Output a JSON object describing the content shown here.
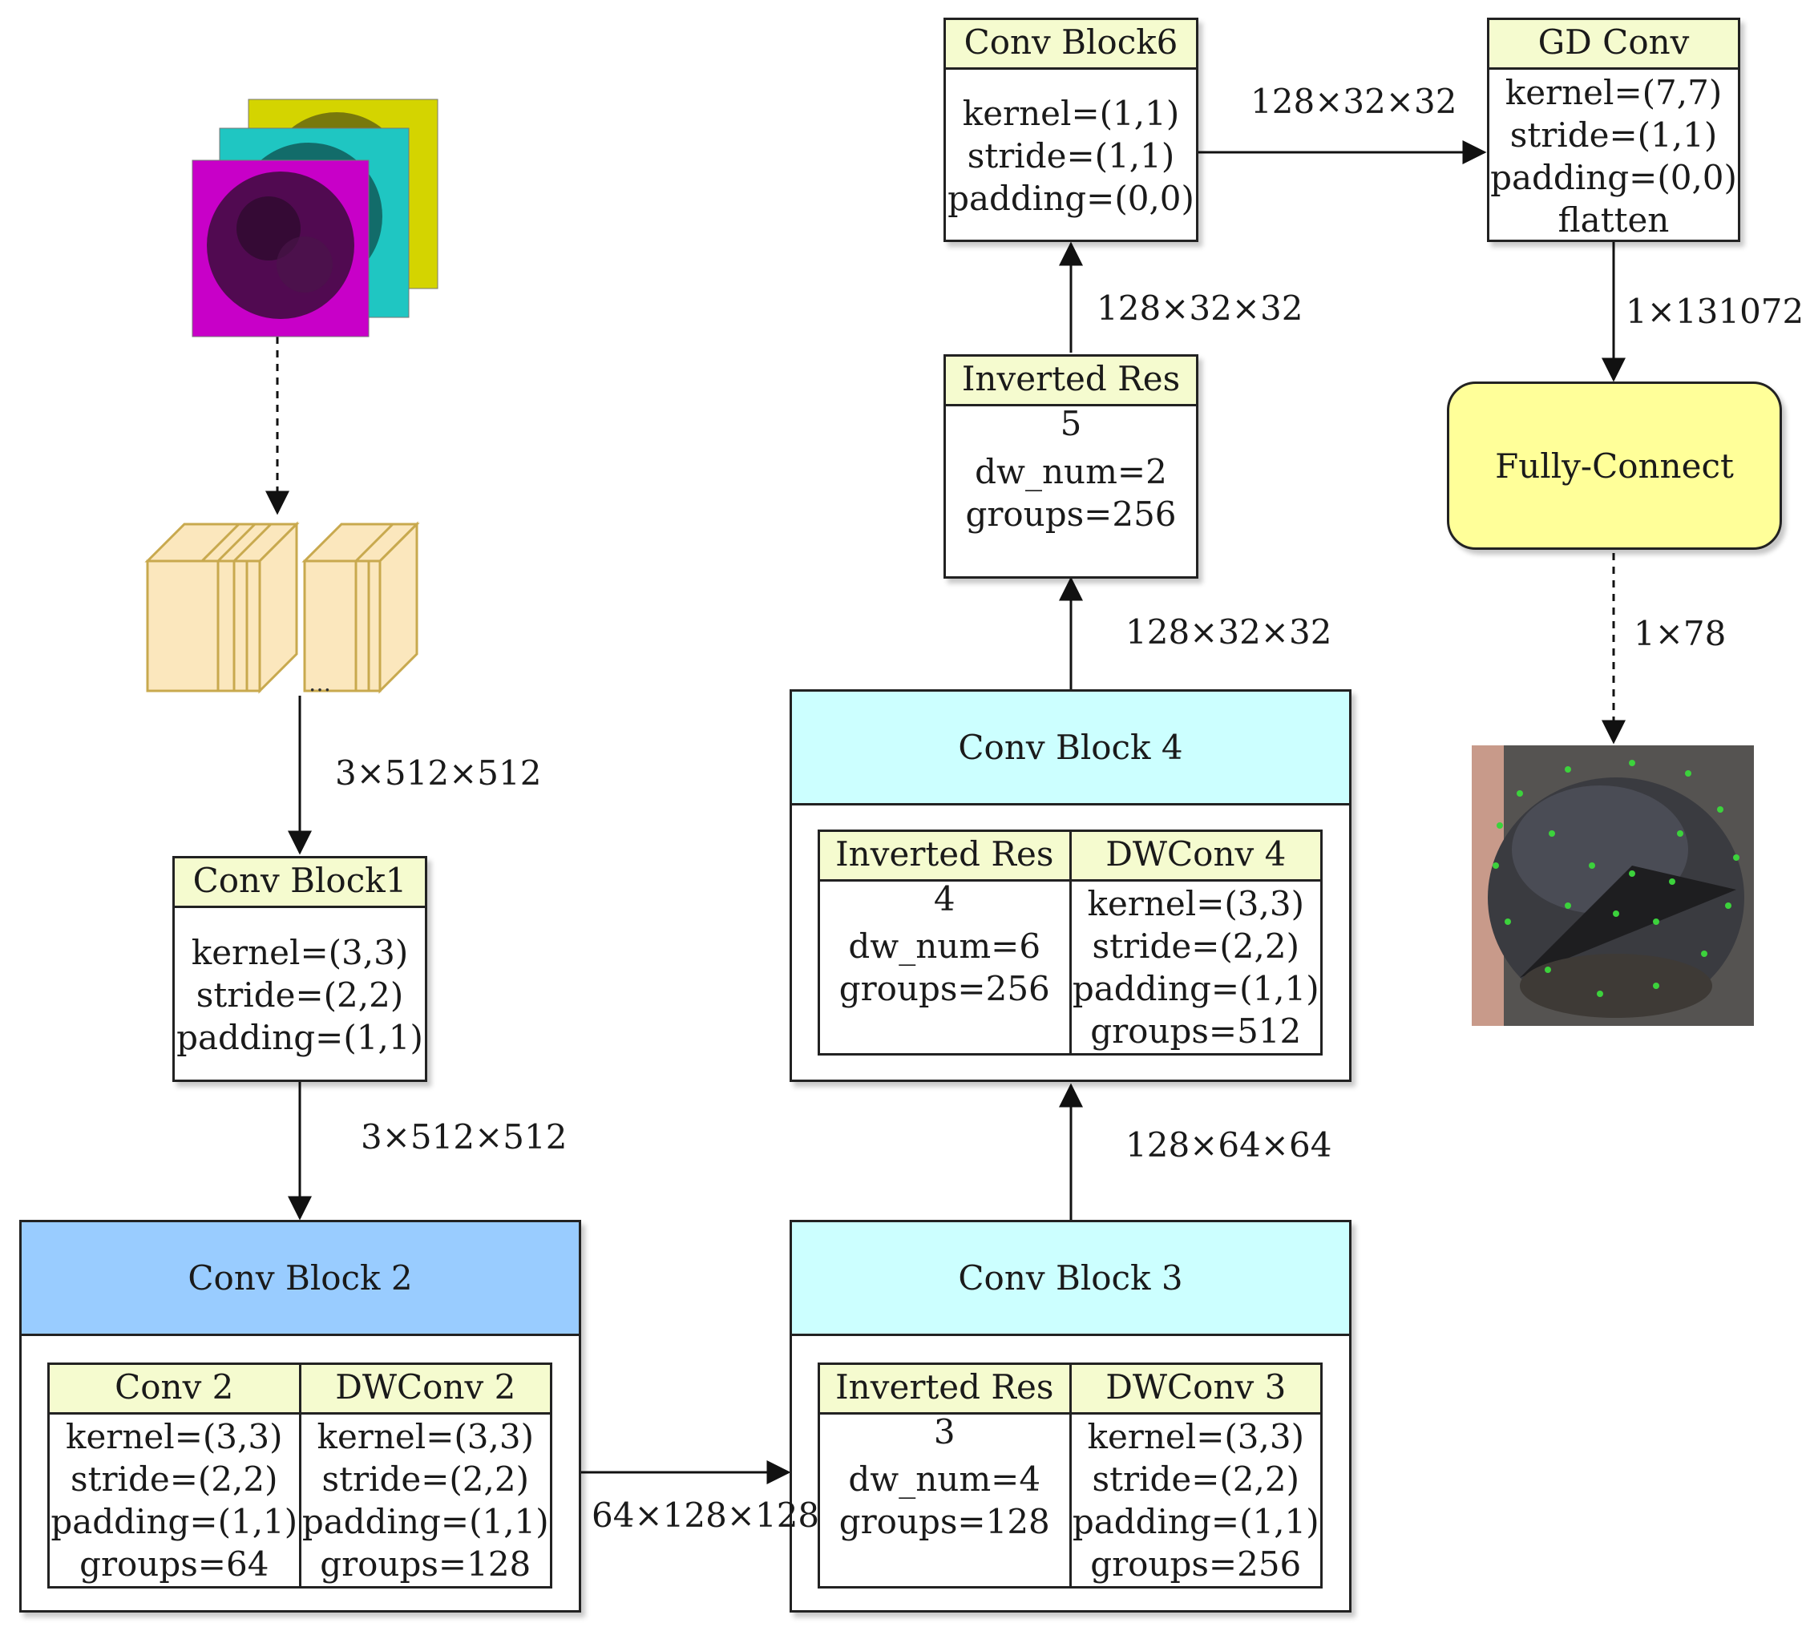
{
  "conv_block1": {
    "title": "Conv Block1",
    "lines": [
      "kernel=(3,3)",
      "stride=(2,2)",
      "padding=(1,1)"
    ]
  },
  "conv_block2": {
    "title": "Conv Block 2",
    "left": {
      "title": "Conv 2",
      "lines": [
        "kernel=(3,3)",
        "stride=(2,2)",
        "padding=(1,1)",
        "groups=64"
      ]
    },
    "right": {
      "title": "DWConv 2",
      "lines": [
        "kernel=(3,3)",
        "stride=(2,2)",
        "padding=(1,1)",
        "groups=128"
      ]
    }
  },
  "conv_block3": {
    "title": "Conv Block 3",
    "left": {
      "title": "Inverted Res 3",
      "lines": [
        "dw_num=4",
        "groups=128"
      ]
    },
    "right": {
      "title": "DWConv 3",
      "lines": [
        "kernel=(3,3)",
        "stride=(2,2)",
        "padding=(1,1)",
        "groups=256"
      ]
    }
  },
  "conv_block4": {
    "title": "Conv Block 4",
    "left": {
      "title": "Inverted Res 4",
      "lines": [
        "dw_num=6",
        "groups=256"
      ]
    },
    "right": {
      "title": "DWConv 4",
      "lines": [
        "kernel=(3,3)",
        "stride=(2,2)",
        "padding=(1,1)",
        "groups=512"
      ]
    }
  },
  "inverted_res5": {
    "title": "Inverted Res 5",
    "lines": [
      "dw_num=2",
      "groups=256"
    ]
  },
  "conv_block6": {
    "title": "Conv Block6",
    "lines": [
      "kernel=(1,1)",
      "stride=(1,1)",
      "padding=(0,0)"
    ]
  },
  "gd_conv": {
    "title": "GD Conv",
    "lines": [
      "kernel=(7,7)",
      "stride=(1,1)",
      "padding=(0,0)",
      "flatten"
    ]
  },
  "fully_connect": {
    "label": "Fully-Connect"
  },
  "edges": {
    "input_to_cb1": "3×512×512",
    "cb1_to_cb2": "3×512×512",
    "cb2_to_cb3": "64×128×128",
    "cb3_to_cb4": "128×64×64",
    "cb4_to_ir5": "128×32×32",
    "ir5_to_cb6": "128×32×32",
    "cb6_to_gd": "128×32×32",
    "gd_to_fc": "1×131072",
    "fc_to_output": "1×78"
  },
  "colors": {
    "header_fill": "#f5fbcf",
    "conv_block2_header": "#99ccff",
    "conv_block34_header": "#ccffff",
    "fully_connect_fill": "#ffff99",
    "feature_map_fill": "#fbe7bd",
    "input_layers": [
      "#d4d400",
      "#1fc6c2",
      "#c800c8"
    ],
    "keypoint": "#3cd23c"
  },
  "icons": [
    "input-image-stack",
    "feature-map-cubes",
    "output-crab-photo-with-keypoints"
  ]
}
